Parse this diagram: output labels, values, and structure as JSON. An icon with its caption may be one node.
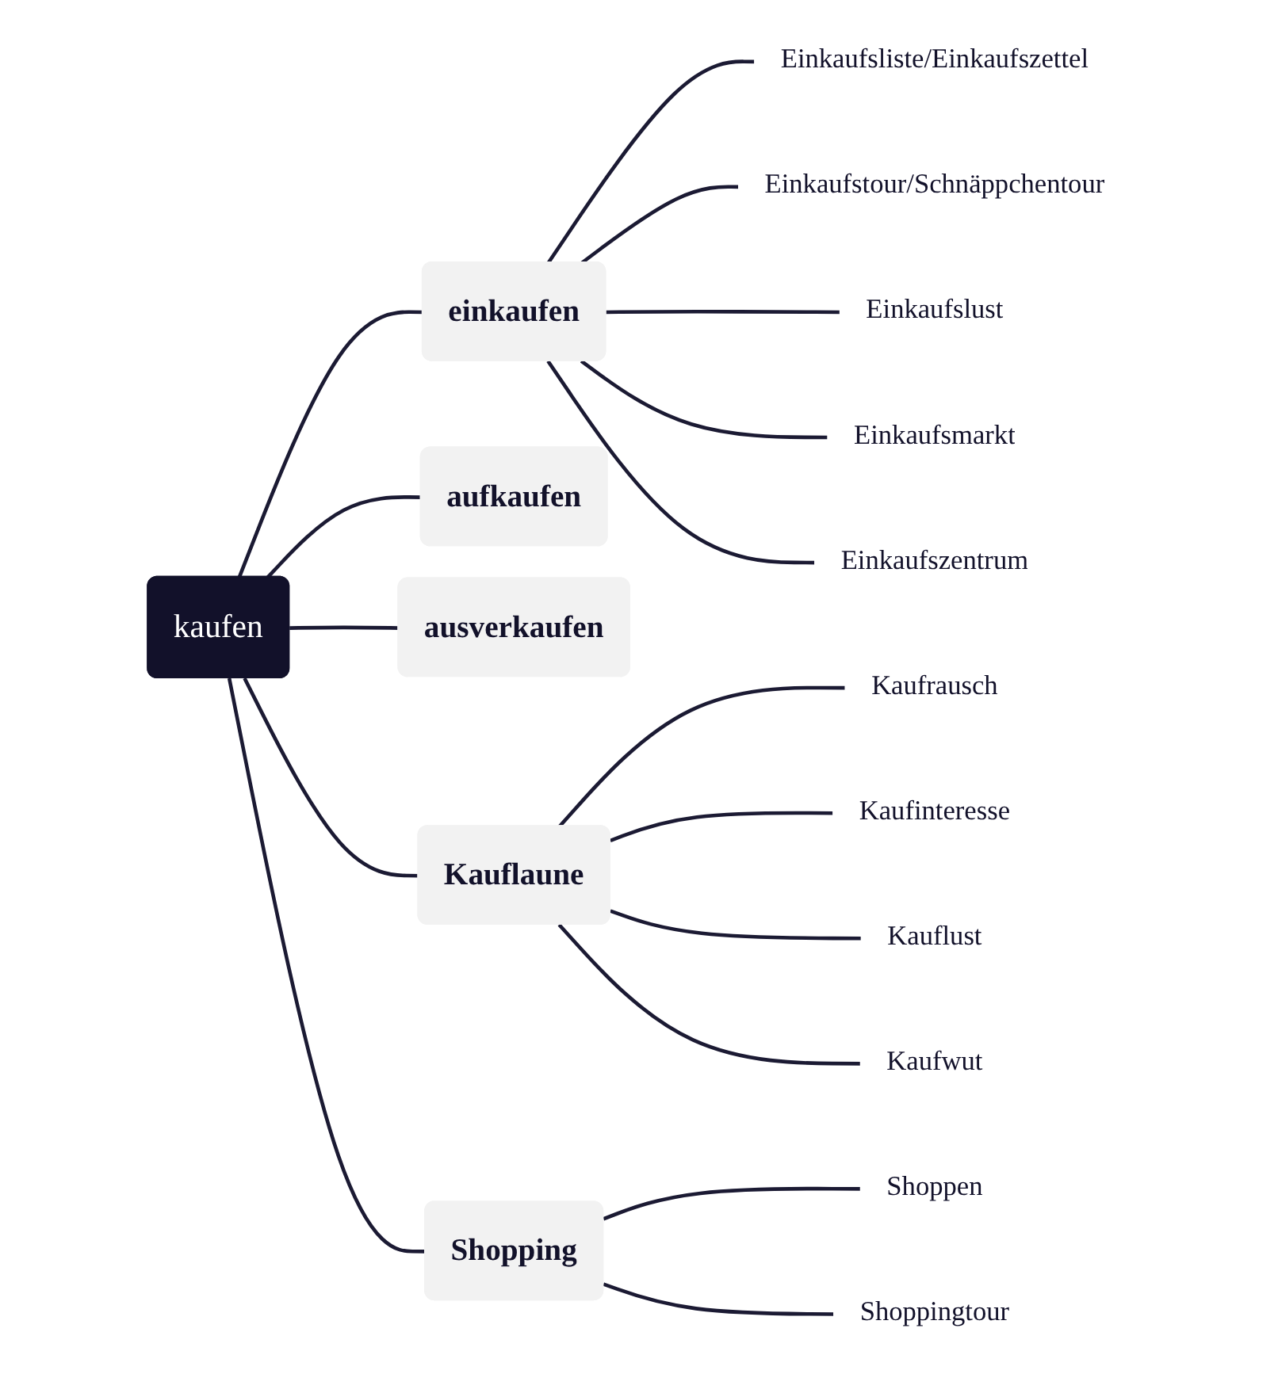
{
  "diagram": {
    "nodes": [
      {
        "text": [
          "kaufen"
        ]
      },
      {
        "text": [
          "einkaufen"
        ]
      },
      {
        "text": [
          "Einkaufsliste/Einkaufszettel"
        ]
      },
      {
        "text": [
          "Einkaufstour/Schnäppchentour"
        ]
      },
      {
        "text": [
          "Einkaufslust"
        ]
      },
      {
        "text": [
          "Einkaufsmarkt"
        ]
      },
      {
        "text": [
          "Einkaufszentrum"
        ]
      },
      {
        "text": [
          "aufkaufen"
        ]
      },
      {
        "text": [
          "ausverkaufen"
        ]
      },
      {
        "text": [
          "Kauflaune"
        ]
      },
      {
        "text": [
          "Kaufrausch"
        ]
      },
      {
        "text": [
          "Kaufinteresse"
        ]
      },
      {
        "text": [
          "Kauflust"
        ]
      },
      {
        "text": [
          "Kaufwut"
        ]
      },
      {
        "text": [
          "Shopping"
        ]
      },
      {
        "text": [
          "Shoppen"
        ]
      },
      {
        "text": [
          "Shoppingtour"
        ]
      }
    ],
    "edges": [
      {
        "from": 0,
        "to": 1,
        "arrow": "none"
      },
      {
        "from": 1,
        "to": 2,
        "arrow": "none"
      },
      {
        "from": 1,
        "to": 3,
        "arrow": "none"
      },
      {
        "from": 1,
        "to": 4,
        "arrow": "none"
      },
      {
        "from": 1,
        "to": 5,
        "arrow": "none"
      },
      {
        "from": 1,
        "to": 6,
        "arrow": "none"
      },
      {
        "from": 0,
        "to": 7,
        "arrow": "none"
      },
      {
        "from": 0,
        "to": 8,
        "arrow": "none"
      },
      {
        "from": 0,
        "to": 9,
        "arrow": "none"
      },
      {
        "from": 9,
        "to": 10,
        "arrow": "none"
      },
      {
        "from": 9,
        "to": 11,
        "arrow": "none"
      },
      {
        "from": 9,
        "to": 12,
        "arrow": "none"
      },
      {
        "from": 9,
        "to": 13,
        "arrow": "none"
      },
      {
        "from": 0,
        "to": 14,
        "arrow": "none"
      },
      {
        "from": 14,
        "to": 15,
        "arrow": "none"
      },
      {
        "from": 14,
        "to": 16,
        "arrow": "none"
      }
    ]
  }
}
